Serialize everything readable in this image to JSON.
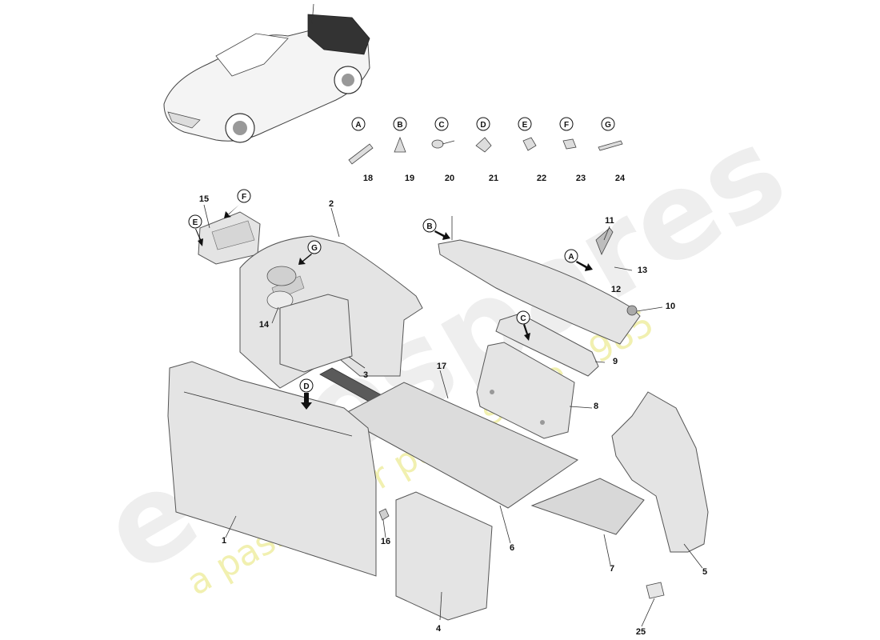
{
  "watermark": {
    "brand": "eurospares",
    "tagline": "a passion for parts since 1985"
  },
  "fixing_callouts": [
    {
      "letter": "A",
      "part": "18"
    },
    {
      "letter": "B",
      "part": "19"
    },
    {
      "letter": "C",
      "part": "20"
    },
    {
      "letter": "D",
      "part": "21"
    },
    {
      "letter": "E",
      "part": "22"
    },
    {
      "letter": "F",
      "part": "23"
    },
    {
      "letter": "G",
      "part": "24"
    }
  ],
  "part_labels": [
    "1",
    "2",
    "3",
    "4",
    "5",
    "6",
    "7",
    "8",
    "9",
    "10",
    "11",
    "12",
    "13",
    "14",
    "15",
    "16",
    "17",
    "25"
  ],
  "diagram_callouts": [
    "A",
    "B",
    "C",
    "D",
    "E",
    "F",
    "G"
  ]
}
